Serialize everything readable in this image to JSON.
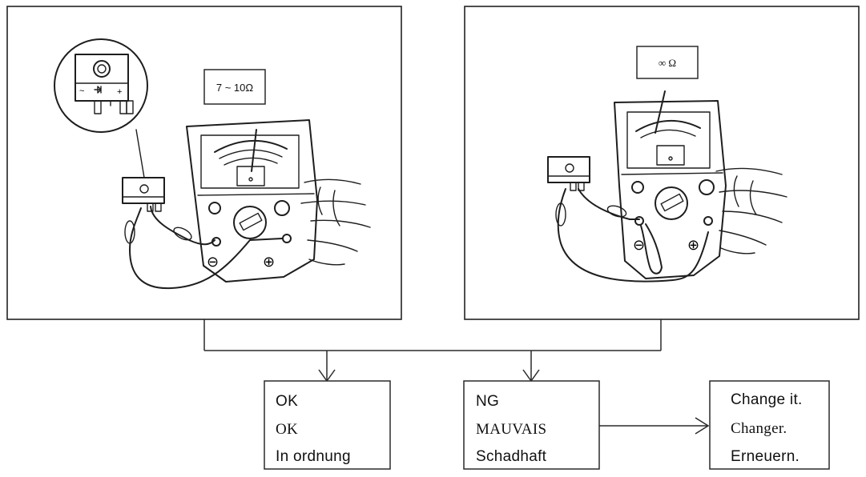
{
  "panels": {
    "left": {
      "meter_reading": "7 ~ 10Ω"
    },
    "right": {
      "meter_reading": "∞  Ω"
    }
  },
  "results": {
    "ok": {
      "lines": [
        "OK",
        "OK",
        "In ordnung"
      ]
    },
    "ng": {
      "lines": [
        "NG",
        "MAUVAIS",
        "Schadhaft"
      ]
    },
    "action": {
      "lines": [
        "Change it.",
        "Changer.",
        "Erneuern."
      ]
    }
  },
  "terminals": {
    "minus": "⊖",
    "plus": "⊕"
  }
}
